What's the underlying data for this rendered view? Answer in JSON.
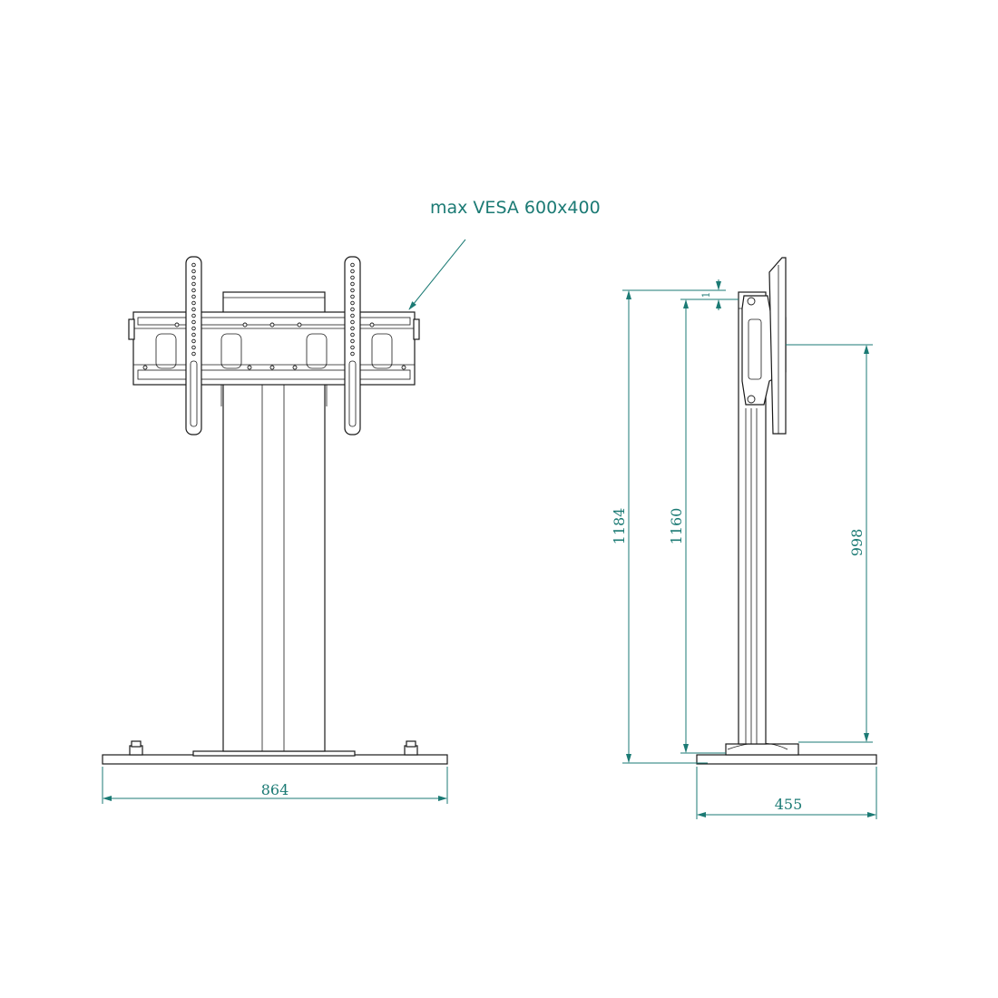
{
  "callout": {
    "vesa_label": "max VESA 600x400"
  },
  "dimensions": {
    "front_width": "864",
    "side_depth": "455",
    "total_height": "1184",
    "column_height": "1160",
    "mount_center_height": "998",
    "small_offset": "1"
  },
  "colors": {
    "dimension": "#1b7a74",
    "outline": "#1a1a1a",
    "background": "#ffffff"
  }
}
